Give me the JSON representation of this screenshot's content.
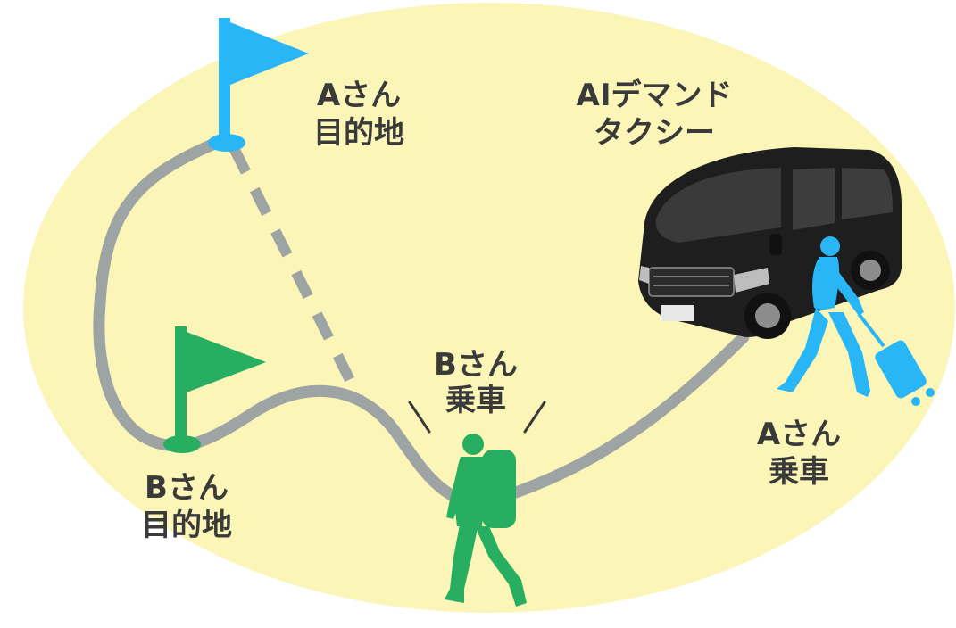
{
  "labels": {
    "a_destination": {
      "line1": "Aさん",
      "line2": "目的地"
    },
    "b_destination": {
      "line1": "Bさん",
      "line2": "目的地"
    },
    "b_pickup": {
      "line1": "Bさん",
      "line2": "乗車"
    },
    "a_pickup": {
      "line1": "Aさん",
      "line2": "乗車"
    },
    "taxi": {
      "line1": "AIデマンド",
      "line2": "タクシー"
    }
  },
  "colors": {
    "background_ellipse": "#fbf5b8",
    "route": "#9ea3a3",
    "passenger_a": "#29b6f6",
    "passenger_b": "#27ae60",
    "vehicle": "#1e1e1e",
    "text": "#3a3a3a"
  }
}
